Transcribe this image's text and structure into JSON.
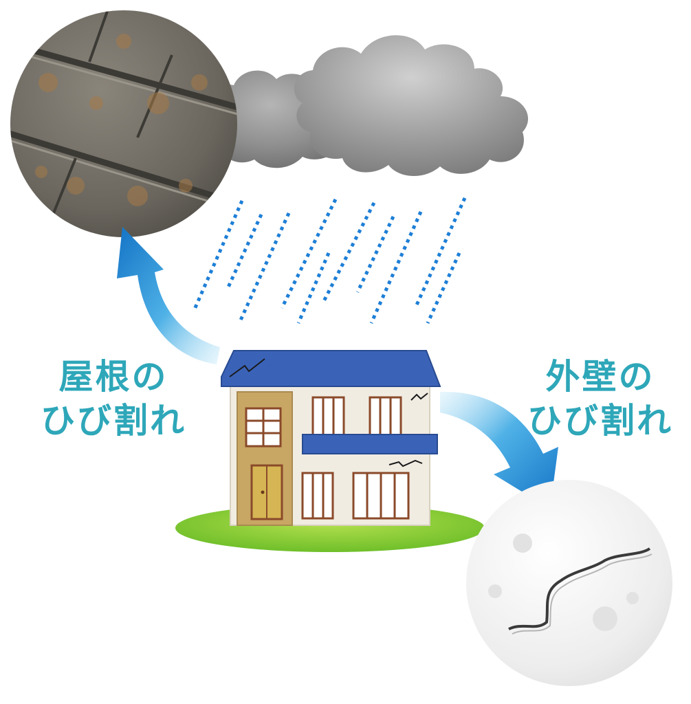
{
  "labels": {
    "roof": {
      "line1": "屋根の",
      "line2": "ひび割れ"
    },
    "wall": {
      "line1": "外壁の",
      "line2": "ひび割れ"
    }
  },
  "colors": {
    "label_text": "#2ea7b9",
    "arrow_light": "#b8e3f6",
    "arrow_dark": "#1478c8",
    "rain": "#1e7fd6",
    "roof_blue": "#3a63b8",
    "wall_cream": "#f1ece2",
    "wall_tan": "#c8a664",
    "grass": "#8fcf3a",
    "cloud": "#8e8e8e",
    "roof_tile": "#6d6a63",
    "wall_texture": "#f3f3f3"
  },
  "icons": {
    "cloud": "rain-cloud-icon",
    "house": "house-icon",
    "roof_closeup": "cracked-roof-tile-photo",
    "wall_closeup": "cracked-wall-photo"
  }
}
